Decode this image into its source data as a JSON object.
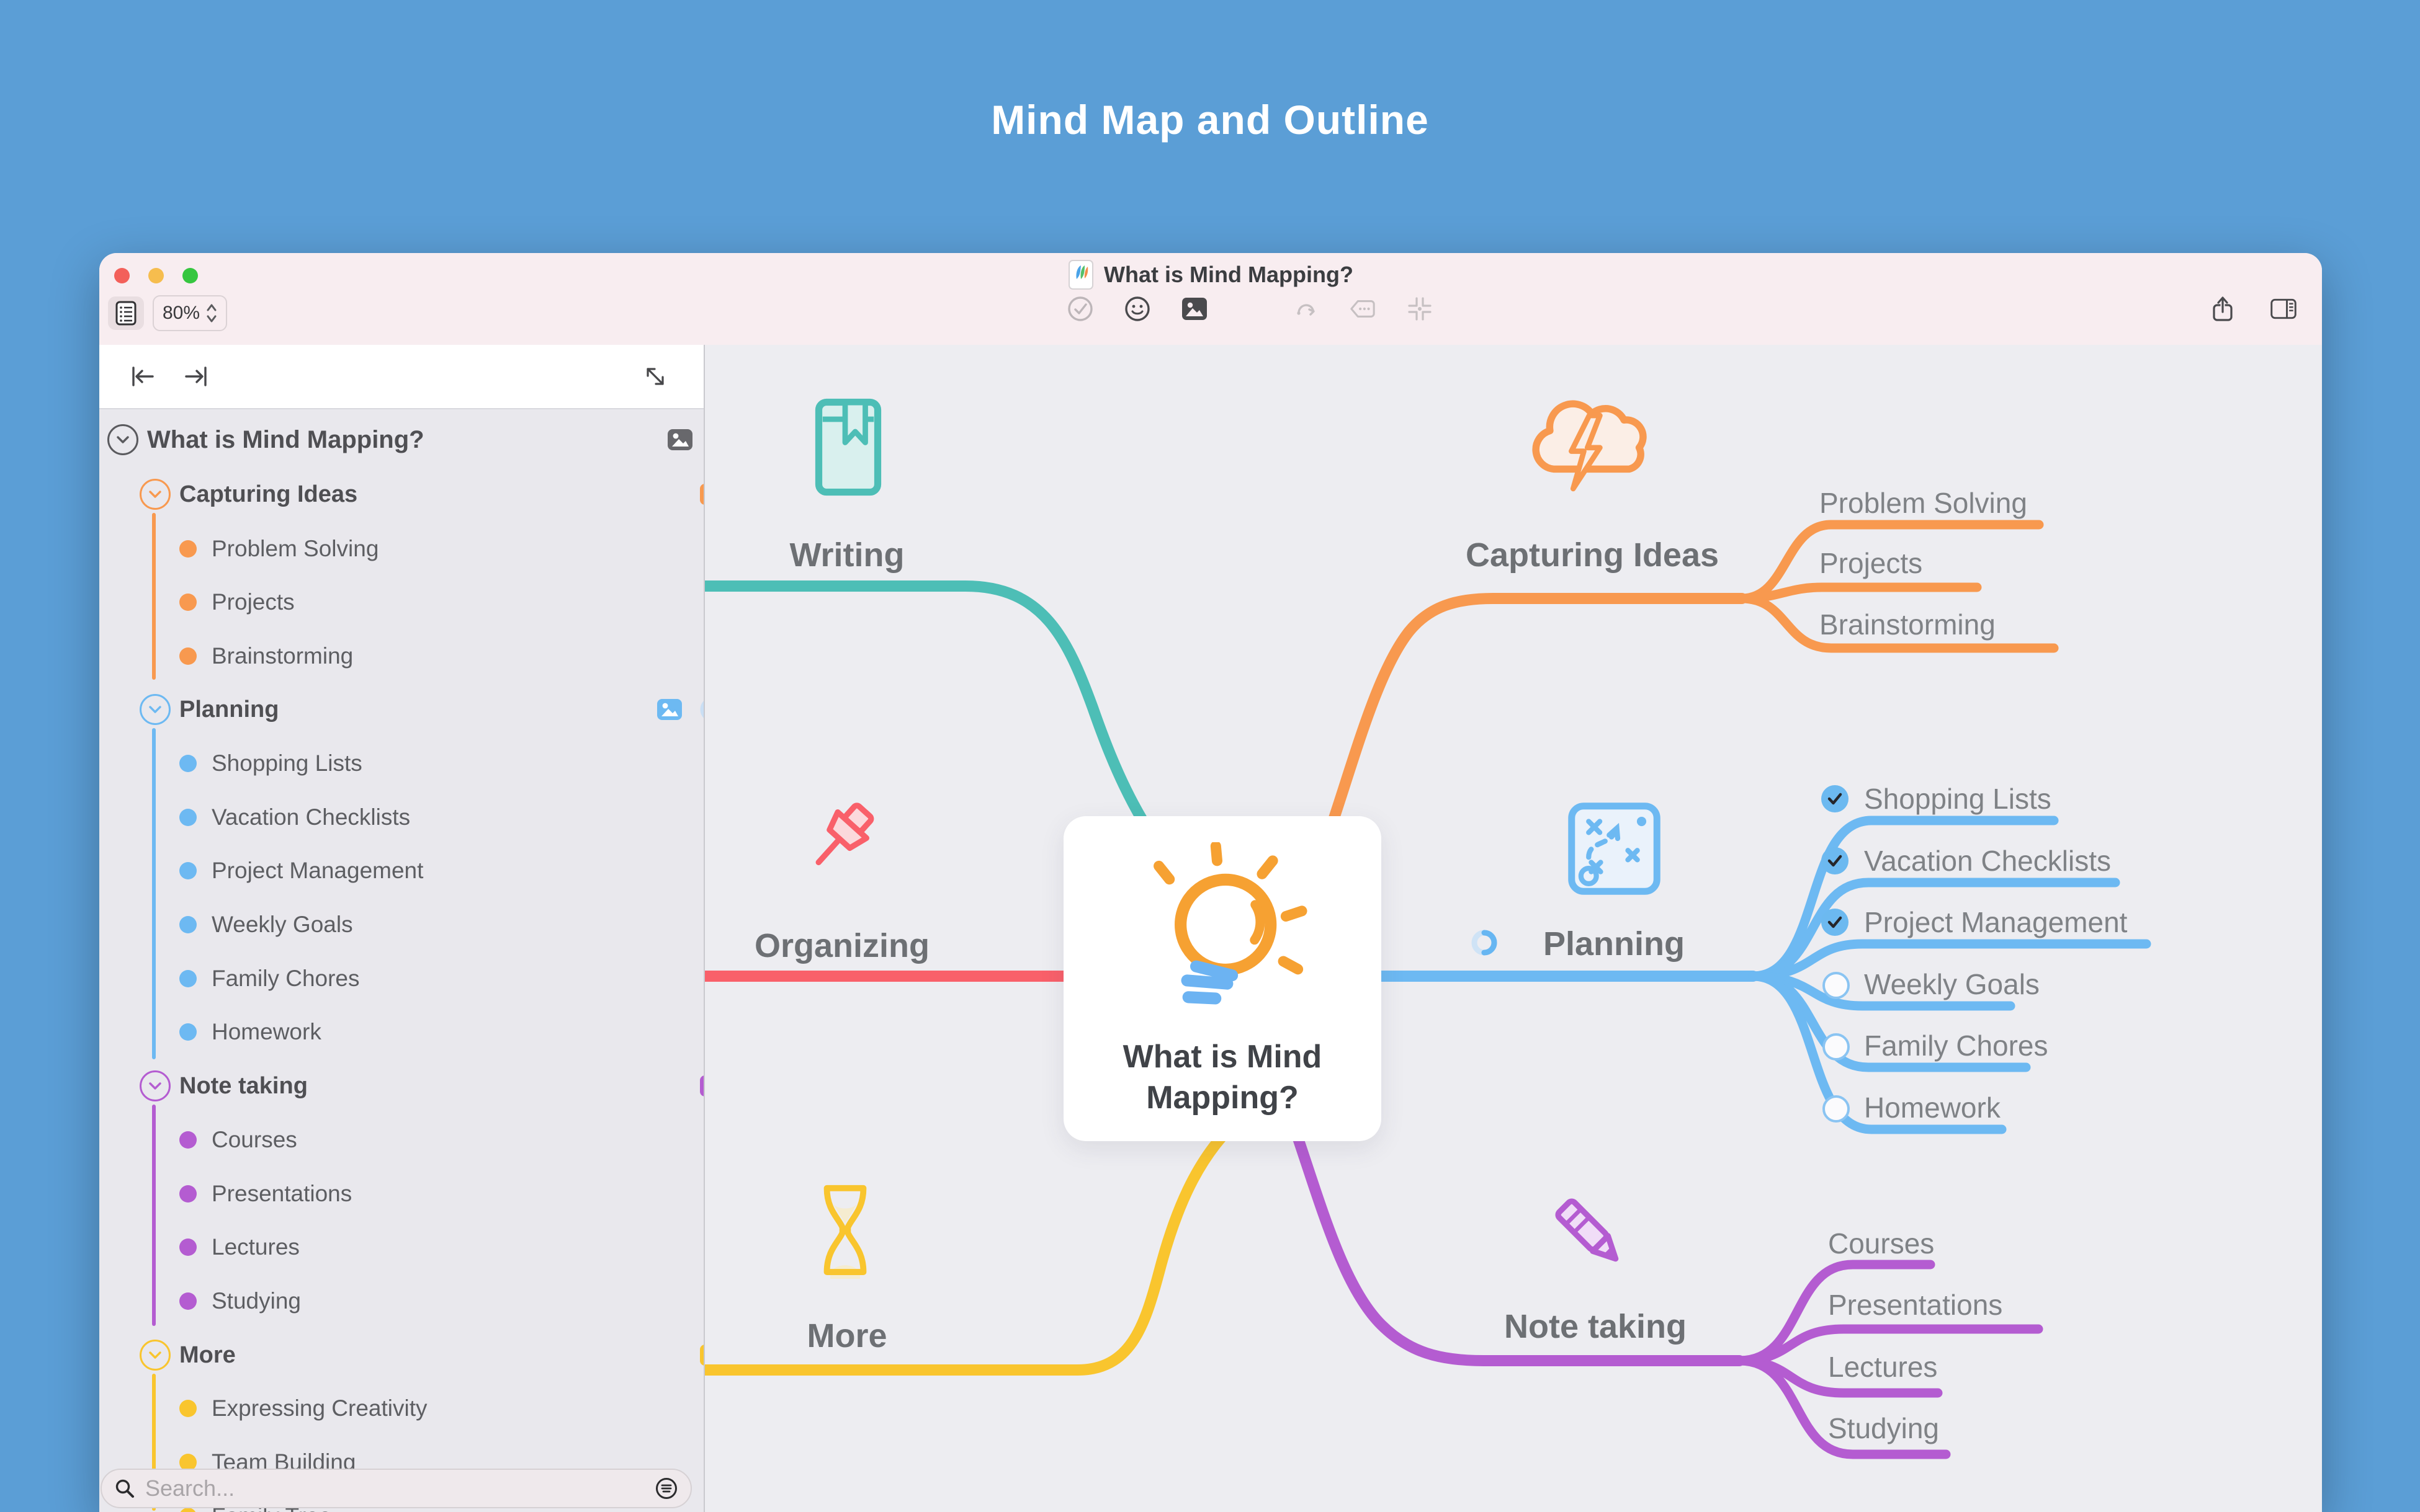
{
  "header": {
    "title": "Mind Map and Outline"
  },
  "titlebar": {
    "document_title": "What is Mind Mapping?",
    "zoom_value": "80%"
  },
  "sidebar": {
    "search": {
      "placeholder": "Search..."
    },
    "outline": [
      {
        "label": "What is Mind Mapping?",
        "level": 0,
        "color": "#5a5a5e",
        "badge": "image"
      },
      {
        "label": "Capturing Ideas",
        "level": 1,
        "color": "#f8994f",
        "badge": "image"
      },
      {
        "label": "Problem Solving",
        "level": 2,
        "color": "#f8994f"
      },
      {
        "label": "Projects",
        "level": 2,
        "color": "#f8994f"
      },
      {
        "label": "Brainstorming",
        "level": 2,
        "color": "#f8994f"
      },
      {
        "label": "Planning",
        "level": 1,
        "color": "#6db9f2",
        "badge": "image+progress"
      },
      {
        "label": "Shopping Lists",
        "level": 2,
        "color": "#6db9f2",
        "checked": true
      },
      {
        "label": "Vacation Checklists",
        "level": 2,
        "color": "#6db9f2",
        "checked": true
      },
      {
        "label": "Project Management",
        "level": 2,
        "color": "#6db9f2",
        "checked": true
      },
      {
        "label": "Weekly Goals",
        "level": 2,
        "color": "#6db9f2",
        "checked": false
      },
      {
        "label": "Family Chores",
        "level": 2,
        "color": "#6db9f2",
        "checked": false
      },
      {
        "label": "Homework",
        "level": 2,
        "color": "#6db9f2",
        "checked": false
      },
      {
        "label": "Note taking",
        "level": 1,
        "color": "#b45cd1",
        "badge": "image"
      },
      {
        "label": "Courses",
        "level": 2,
        "color": "#b45cd1"
      },
      {
        "label": "Presentations",
        "level": 2,
        "color": "#b45cd1"
      },
      {
        "label": "Lectures",
        "level": 2,
        "color": "#b45cd1"
      },
      {
        "label": "Studying",
        "level": 2,
        "color": "#b45cd1"
      },
      {
        "label": "More",
        "level": 1,
        "color": "#f9c52e",
        "badge": "image"
      },
      {
        "label": "Expressing Creativity",
        "level": 2,
        "color": "#f9c52e"
      },
      {
        "label": "Team Building",
        "level": 2,
        "color": "#f9c52e"
      },
      {
        "label": "Family Tree",
        "level": 2,
        "color": "#f9c52e"
      }
    ]
  },
  "mindmap": {
    "center": {
      "line1": "What is Mind",
      "line2": "Mapping?"
    },
    "branches": {
      "writing": {
        "label": "Writing",
        "color": "#4dbeb6"
      },
      "organizing": {
        "label": "Organizing",
        "color": "#f9606a"
      },
      "more": {
        "label": "More",
        "color": "#f9c52e"
      },
      "capturing": {
        "label": "Capturing Ideas",
        "color": "#f8994f",
        "children": [
          "Problem Solving",
          "Projects",
          "Brainstorming"
        ]
      },
      "planning": {
        "label": "Planning",
        "color": "#6db9f2",
        "children": [
          "Shopping Lists",
          "Vacation Checklists",
          "Project Management",
          "Weekly Goals",
          "Family Chores",
          "Homework"
        ],
        "checked": [
          true,
          true,
          true,
          false,
          false,
          false
        ]
      },
      "notetaking": {
        "label": "Note taking",
        "color": "#b45cd1",
        "children": [
          "Courses",
          "Presentations",
          "Lectures",
          "Studying"
        ]
      }
    }
  },
  "colors": {
    "desktop_background": "#5b9ed6",
    "titlebar": "#f8edf0",
    "sidebar": "#e9e8ed",
    "canvas": "#ededf1",
    "teal": "#4dbeb6",
    "orange": "#f8994f",
    "red": "#f9606a",
    "blue": "#6db9f2",
    "yellow": "#f9c52e",
    "purple": "#b45cd1"
  }
}
